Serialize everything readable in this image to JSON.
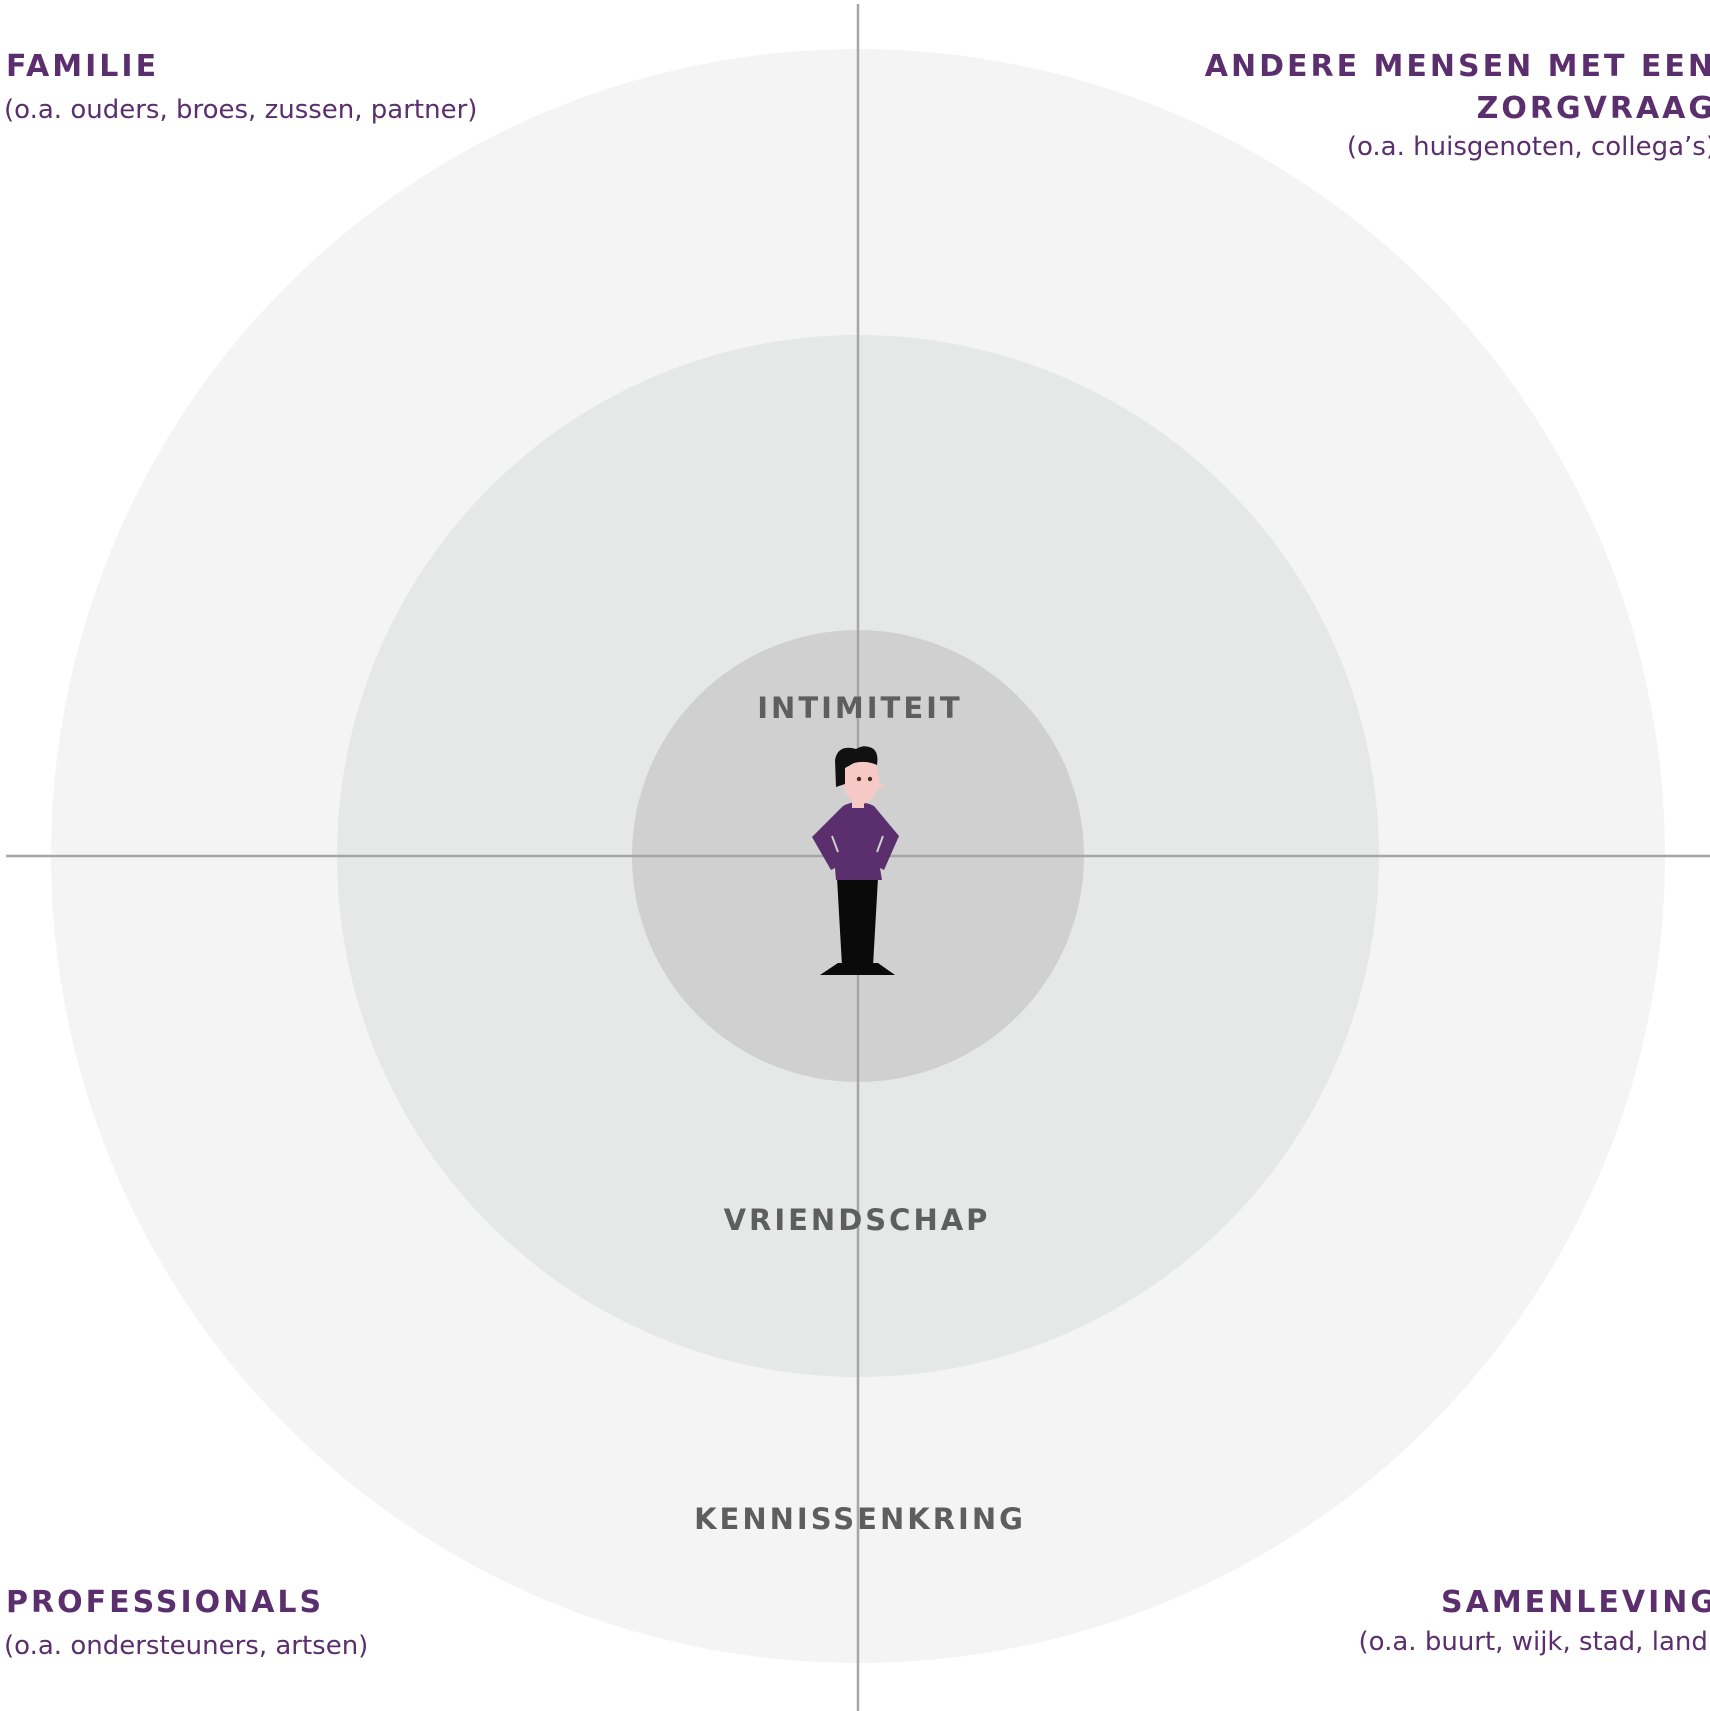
{
  "colors": {
    "accent": "#5b2f6e",
    "ring_outer": "#f4f4f4",
    "ring_middle": "#e6e7e7",
    "ring_inner": "#d0d0d1",
    "axis_line": "#a6a6a6",
    "ring_label": "#5e5e5e",
    "figure_sweater": "#5b2f6e",
    "figure_skin": "#f6c9c7",
    "figure_hair": "#111111",
    "figure_pants": "#0a0a0a"
  },
  "rings": {
    "inner_label": "INTIMITEIT",
    "middle_label": "VRIENDSCHAP",
    "outer_label": "KENNISSENKRING"
  },
  "quadrants": {
    "top_left": {
      "title": "FAMILIE",
      "subtitle": "(o.a. ouders, broes, zussen, partner)"
    },
    "top_right": {
      "title_line1": "ANDERE MENSEN MET EEN",
      "title_line2": "ZORGVRAAG",
      "subtitle": "(o.a. huisgenoten, collega’s)"
    },
    "bottom_left": {
      "title": "PROFESSIONALS",
      "subtitle": "(o.a. ondersteuners, artsen)"
    },
    "bottom_right": {
      "title": "SAMENLEVING",
      "subtitle": "(o.a. buurt, wijk, stad, land)"
    }
  },
  "center_figure": {
    "icon": "person-icon"
  }
}
